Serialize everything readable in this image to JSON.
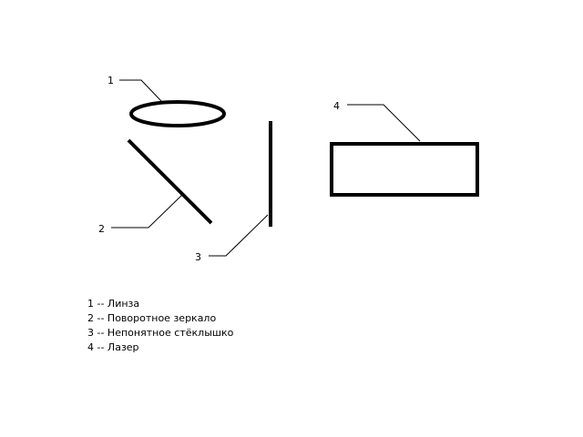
{
  "callouts": {
    "lens": "1",
    "mirror": "2",
    "glass": "3",
    "laser": "4"
  },
  "legend": [
    "1 -- Линза",
    "2 -- Поворотное зеркало",
    "3 -- Непонятное стёклышко",
    "4 -- Лазер"
  ],
  "colors": {
    "stroke": "#000000",
    "background": "#ffffff"
  }
}
